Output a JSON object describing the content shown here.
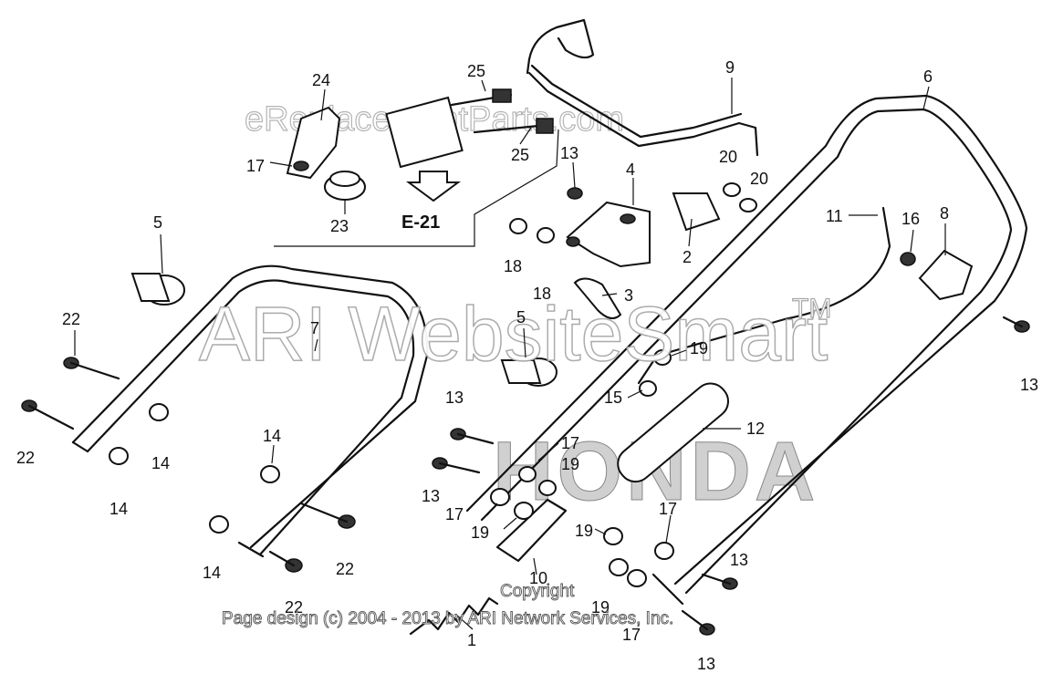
{
  "watermark": {
    "url": "eReplacementParts.com",
    "ari": "ARI WebsiteSmart",
    "tm": "TM"
  },
  "brand_logo": "HONDA",
  "copyright": {
    "line1": "Copyright",
    "line2": "Page design (c) 2004 - 2013 by ARI Network Services, Inc."
  },
  "reference": "E-21",
  "callouts": {
    "c1": "1",
    "c2": "2",
    "c3": "3",
    "c4": "4",
    "c5a": "5",
    "c5b": "5",
    "c6": "6",
    "c7": "7",
    "c8": "8",
    "c9": "9",
    "c10": "10",
    "c11": "11",
    "c12": "12",
    "c13a": "13",
    "c13b": "13",
    "c13c": "13",
    "c13d": "13",
    "c13e": "13",
    "c13f": "13",
    "c14a": "14",
    "c14b": "14",
    "c14c": "14",
    "c14d": "14",
    "c15": "15",
    "c16": "16",
    "c17a": "17",
    "c17b": "17",
    "c17c": "17",
    "c17d": "17",
    "c17e": "17",
    "c18a": "18",
    "c18b": "18",
    "c19a": "19",
    "c19b": "19",
    "c19c": "19",
    "c19d": "19",
    "c19e": "19",
    "c20a": "20",
    "c20b": "20",
    "c22a": "22",
    "c22b": "22",
    "c22c": "22",
    "c22d": "22",
    "c23": "23",
    "c24": "24",
    "c25a": "25",
    "c25b": "25"
  }
}
